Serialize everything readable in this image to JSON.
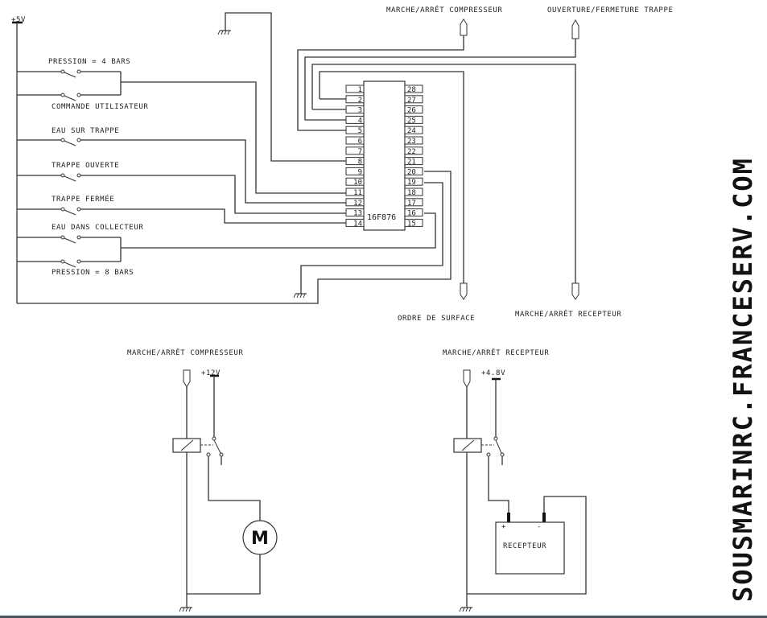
{
  "power": {
    "main": "+5V",
    "compressor_supply": "+12V",
    "receiver_supply": "+4.8V"
  },
  "chip": {
    "name": "16F876",
    "left_pins": [
      "1",
      "2",
      "3",
      "4",
      "5",
      "6",
      "7",
      "8",
      "9",
      "10",
      "11",
      "12",
      "13",
      "14"
    ],
    "right_pins": [
      "28",
      "27",
      "26",
      "25",
      "24",
      "23",
      "22",
      "21",
      "20",
      "19",
      "18",
      "17",
      "16",
      "15"
    ]
  },
  "inputs": {
    "pression_4": "PRESSION = 4 BARS",
    "commande": "COMMANDE UTILISATEUR",
    "eau_trappe": "EAU SUR TRAPPE",
    "trappe_ouverte": "TRAPPE OUVERTE",
    "trappe_fermee": "TRAPPE FERMÉE",
    "eau_collecteur": "EAU DANS COLLECTEUR",
    "pression_8": "PRESSION = 8 BARS"
  },
  "outputs": {
    "compresseur": "MARCHE/ARRÊT COMPRESSEUR",
    "trappe": "OUVERTURE/FERMETURE TRAPPE",
    "surface": "ORDRE DE SURFACE",
    "recepteur": "MARCHE/ARRÊT RECEPTEUR"
  },
  "circuits": {
    "compresseur_title": "MARCHE/ARRÊT COMPRESSEUR",
    "motor_symbol": "M",
    "recepteur_title": "MARCHE/ARRÊT RECEPTEUR",
    "recepteur_box": "RECEPTEUR",
    "plus": "+",
    "minus": "-"
  },
  "watermark": "SOUSMARINRC.FRANCESERV.COM"
}
